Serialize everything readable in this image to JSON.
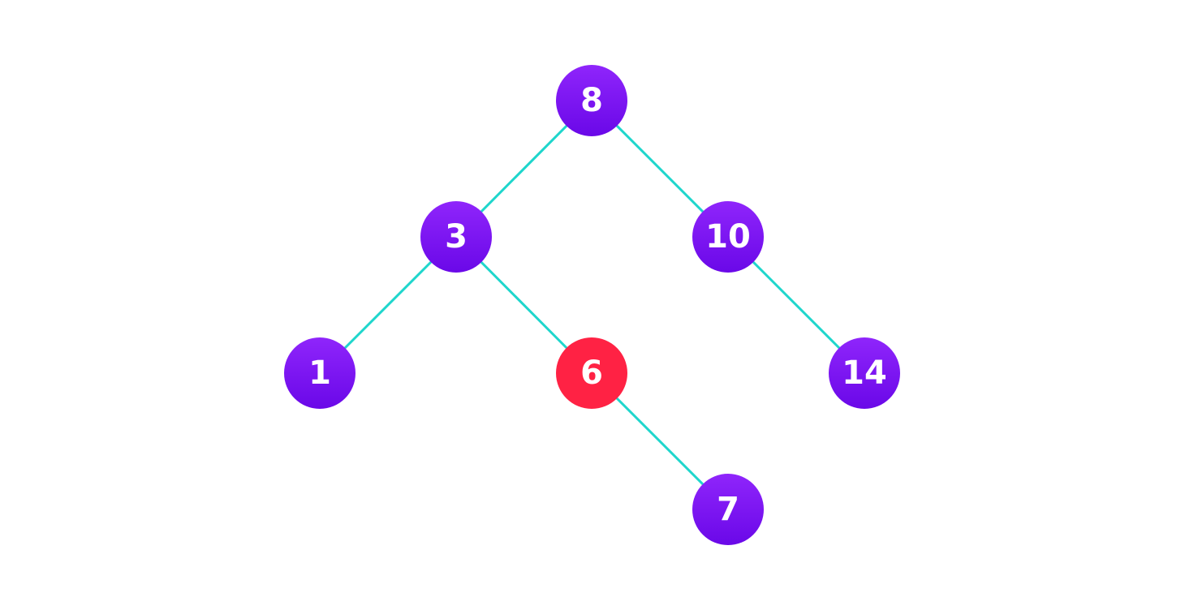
{
  "colors": {
    "node": "#7b12f0",
    "node_highlight": "#ff2244",
    "edge": "#1fd6cc",
    "label": "#ffffff"
  },
  "tree": {
    "root": {
      "value": "8",
      "left": {
        "value": "3",
        "left": {
          "value": "1"
        },
        "right": {
          "value": "6",
          "highlighted": true,
          "right": {
            "value": "7"
          }
        }
      },
      "right": {
        "value": "10",
        "right": {
          "value": "14"
        }
      }
    }
  }
}
